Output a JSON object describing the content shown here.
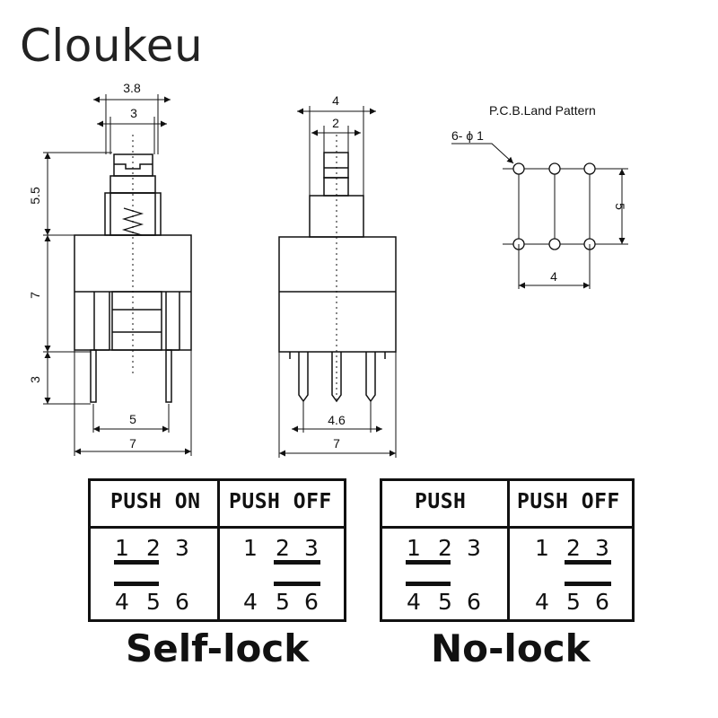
{
  "brand": "Cloukeu",
  "dimensions": {
    "side_top_outer": "3.8",
    "side_top_inner": "3",
    "side_stem_height": "5.5",
    "side_body_height": "7",
    "side_pin_length": "3",
    "side_pin_pitch": "5",
    "side_body_width": "7",
    "front_top_outer": "4",
    "front_top_inner": "2",
    "front_pin_pitch": "4.6",
    "front_body_width": "7"
  },
  "pcb": {
    "title": "P.C.B.Land Pattern",
    "hole_spec": "6- ϕ 1",
    "row_spacing": "5",
    "col_span": "4"
  },
  "self_lock": {
    "caption": "Self-lock",
    "left_header": "PUSH ON",
    "right_header": "PUSH OFF",
    "top_pins": [
      "1",
      "2",
      "3"
    ],
    "bottom_pins": [
      "4",
      "5",
      "6"
    ]
  },
  "no_lock": {
    "caption": "No-lock",
    "left_header": "PUSH",
    "right_header": "PUSH OFF",
    "top_pins": [
      "1",
      "2",
      "3"
    ],
    "bottom_pins": [
      "4",
      "5",
      "6"
    ]
  }
}
